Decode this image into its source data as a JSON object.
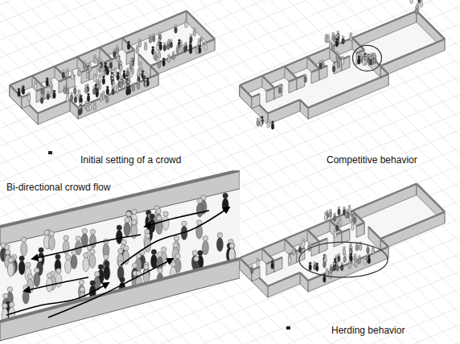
{
  "diagram": {
    "labels": [
      "Initial setting of a crowd",
      "Competitive behavior",
      "Bi-directional crowd flow",
      "Herding behavior"
    ]
  }
}
